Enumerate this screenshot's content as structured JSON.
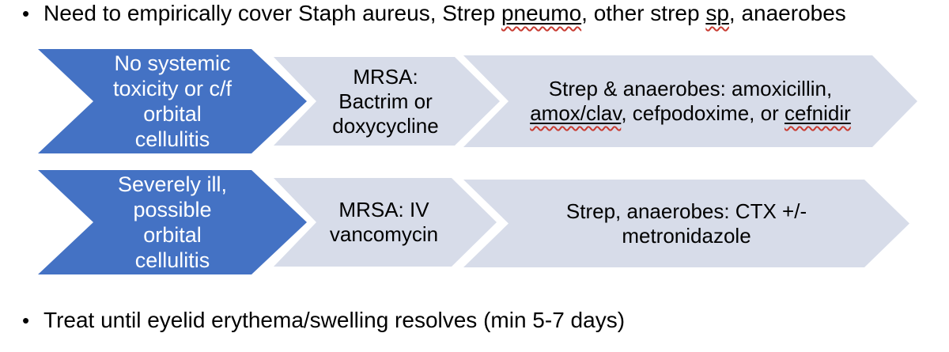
{
  "colors": {
    "condition_arrow_fill": "#4472C4",
    "treatment_arrow_fill": "#D7DCE9",
    "condition_text": "#FFFFFF",
    "treatment_text": "#000000",
    "body_text": "#000000",
    "spellcheck_squiggle": "#C83C32",
    "background": "#FFFFFF"
  },
  "bullets": {
    "top": {
      "marker": "•",
      "segments": [
        {
          "text": "Need to empirically cover Staph aureus, Strep "
        },
        {
          "text": "pneumo",
          "underline": true,
          "squiggle": true
        },
        {
          "text": ", other strep "
        },
        {
          "text": "sp",
          "underline": true,
          "squiggle": true
        },
        {
          "text": ", anaerobes"
        }
      ]
    },
    "bottom": {
      "marker": "•",
      "segments": [
        {
          "text": "Treat until eyelid erythema/swelling resolves (min 5-7 days)"
        }
      ]
    }
  },
  "rows": [
    {
      "condition": {
        "lines": [
          [
            {
              "text": "No systemic"
            }
          ],
          [
            {
              "text": "toxicity or c/f"
            }
          ],
          [
            {
              "text": "orbital"
            }
          ],
          [
            {
              "text": "cellulitis"
            }
          ]
        ]
      },
      "mrsa": {
        "lines": [
          [
            {
              "text": "MRSA:"
            }
          ],
          [
            {
              "text": "Bactrim or"
            }
          ],
          [
            {
              "text": "doxycycline"
            }
          ]
        ]
      },
      "strep": {
        "lines": [
          [
            {
              "text": "Strep & anaerobes: amoxicillin,"
            }
          ],
          [
            {
              "text": "amox/clav",
              "underline": true,
              "squiggle": true
            },
            {
              "text": ", cefpodoxime, or "
            },
            {
              "text": "cefnidir",
              "underline": true,
              "squiggle": true
            }
          ]
        ]
      }
    },
    {
      "condition": {
        "lines": [
          [
            {
              "text": "Severely ill,"
            }
          ],
          [
            {
              "text": "possible"
            }
          ],
          [
            {
              "text": "orbital"
            }
          ],
          [
            {
              "text": "cellulitis"
            }
          ]
        ]
      },
      "mrsa": {
        "lines": [
          [
            {
              "text": "MRSA: IV"
            }
          ],
          [
            {
              "text": "vancomycin"
            }
          ]
        ]
      },
      "strep": {
        "lines": [
          [
            {
              "text": "Strep, anaerobes: CTX +/-"
            }
          ],
          [
            {
              "text": "metronidazole"
            }
          ]
        ]
      }
    }
  ]
}
